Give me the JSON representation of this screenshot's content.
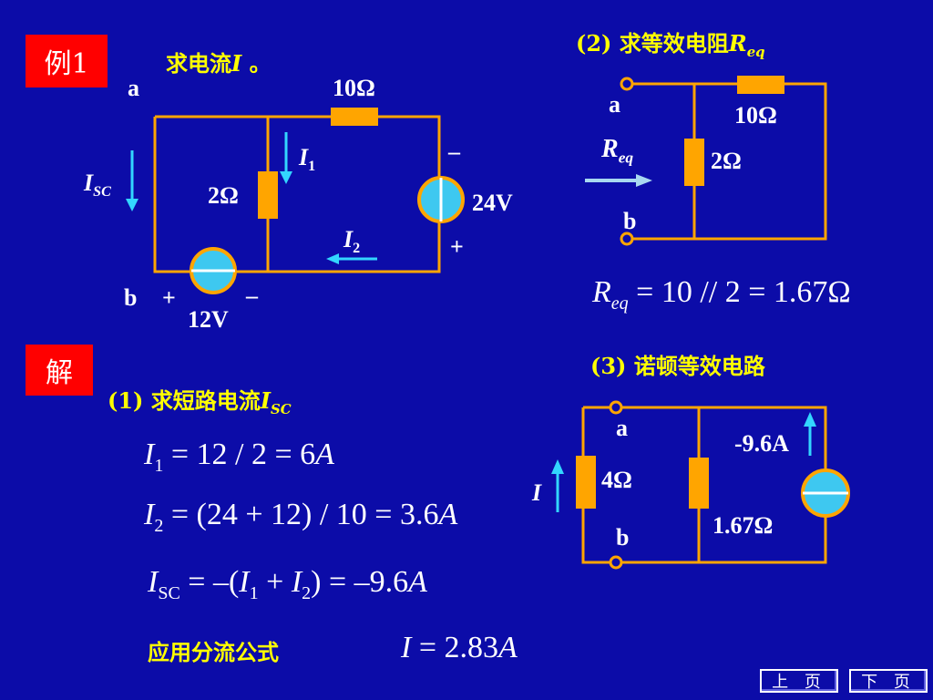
{
  "tags": {
    "example": "例1",
    "solution": "解"
  },
  "prob": {
    "prompt": "求电流",
    "var": "I",
    "end": " 。"
  },
  "c1": {
    "a": "a",
    "b": "b",
    "r10": "10Ω",
    "r2": "2Ω",
    "i1": "I",
    "i1s": "1",
    "i2": "I",
    "i2s": "2",
    "isc": "I",
    "iscs": "SC",
    "minus_top": "–",
    "v24": "24V",
    "plus_right": "+",
    "plus_bot": "+",
    "minus_bot": "–",
    "v12": "12V"
  },
  "step2": {
    "title": "(2) 求等效电阻",
    "var": "R",
    "sub": "eq",
    "a": "a",
    "b": "b",
    "r10": "10Ω",
    "r2": "2Ω",
    "req": "R",
    "reqs": "eq",
    "formula_var": "R",
    "formula_sub": "eq",
    "formula_rest": " = 10 // 2 = 1.67Ω"
  },
  "step3": {
    "title": "(3) 诺顿等效电路",
    "a": "a",
    "b": "b",
    "r4": "4Ω",
    "i": "I",
    "src": "-9.6A",
    "r167": "1.67Ω"
  },
  "step1": {
    "title": "(1)  求短路电流",
    "var": "I",
    "sub": "SC"
  },
  "eq1": {
    "v": "I",
    "s": "1",
    "rest": " = 12 / 2 = 6",
    "unit": "A"
  },
  "eq2": {
    "v": "I",
    "s": "2",
    "rest": " = (24 + 12) / 10 = 3.6",
    "unit": "A"
  },
  "eq3": {
    "v": "I",
    "s": "SC",
    "mid1": " = –(",
    "v2": "I",
    "s2": "1",
    "plus": " + ",
    "v3": "I",
    "s3": "2",
    "rest": ") = –9.6",
    "unit": "A"
  },
  "apply": "应用分流公式",
  "eq4": {
    "v": "I",
    "rest": " = 2.83",
    "unit": "A"
  },
  "nav": {
    "prev": "上 页",
    "next": "下 页"
  },
  "colors": {
    "background": "#0c0ca8",
    "wire": "#ffa500",
    "resistor": "#ffa500",
    "source_fill": "#3ec8f0",
    "arrow": "#33d6ff",
    "label_yellow": "#ffff00",
    "tag_red": "#ff0000"
  }
}
